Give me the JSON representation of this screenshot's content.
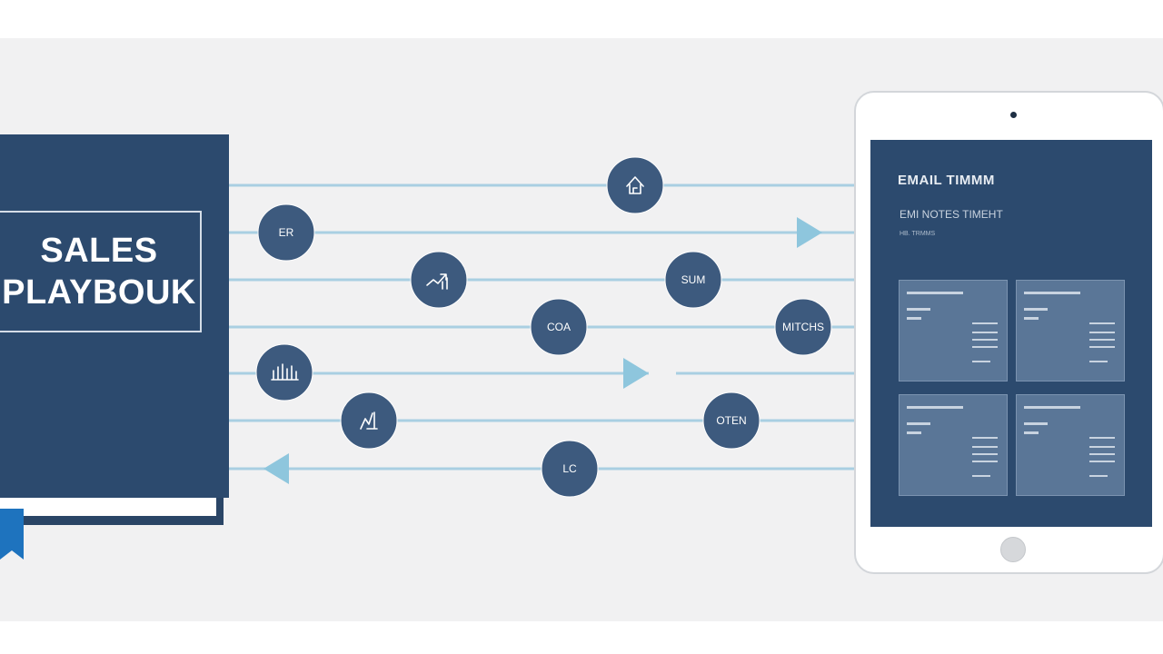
{
  "colors": {
    "navy": "#2c4a6e",
    "node": "#3d5a7e",
    "line": "#a9cfe2",
    "arrow": "#8ec6dd",
    "bookmark": "#1e73be",
    "background": "#f1f1f2"
  },
  "book": {
    "title_line1": "SALES",
    "title_line2": "PLAYBOUK",
    "bookmark_icon": "bookmark-ribbon"
  },
  "flow": {
    "lines": 7,
    "nodes": [
      {
        "label": "",
        "icon": "home-icon"
      },
      {
        "label": "ER",
        "icon": ""
      },
      {
        "label": "",
        "icon": "growth-chart-icon"
      },
      {
        "label": "SUM",
        "icon": ""
      },
      {
        "label": "COA",
        "icon": ""
      },
      {
        "label": "MITCHS",
        "icon": ""
      },
      {
        "label": "",
        "icon": "team-icon"
      },
      {
        "label": "",
        "icon": "trend-icon"
      },
      {
        "label": "OTEN",
        "icon": ""
      },
      {
        "label": "LC",
        "icon": ""
      }
    ],
    "arrows": [
      "right",
      "right",
      "left"
    ]
  },
  "tablet": {
    "title": "EMAIL TIMMM",
    "subtitle": "EMI NOTES TIMEHT",
    "small_text": "HB. TRMMS",
    "cards": 4
  }
}
